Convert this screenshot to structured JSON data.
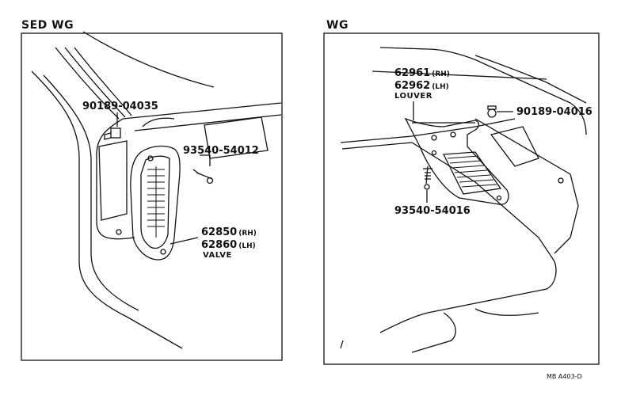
{
  "left_panel": {
    "title": "SED  WG",
    "parts": [
      {
        "number": "90189-04035"
      },
      {
        "number": "93540-54012"
      },
      {
        "number": "62850",
        "suffix": "(RH)"
      },
      {
        "number": "62860",
        "suffix": "(LH)"
      },
      {
        "name": "VALVE"
      }
    ]
  },
  "right_panel": {
    "title": "WG",
    "parts": [
      {
        "number": "62961",
        "suffix": "(RH)"
      },
      {
        "number": "62962",
        "suffix": "(LH)"
      },
      {
        "name": "LOUVER"
      },
      {
        "number": "90189-04016"
      },
      {
        "number": "93540-54016"
      }
    ]
  },
  "drawing_code": "MB  A403-D",
  "colors": {
    "line": "#111111",
    "background": "#ffffff"
  }
}
